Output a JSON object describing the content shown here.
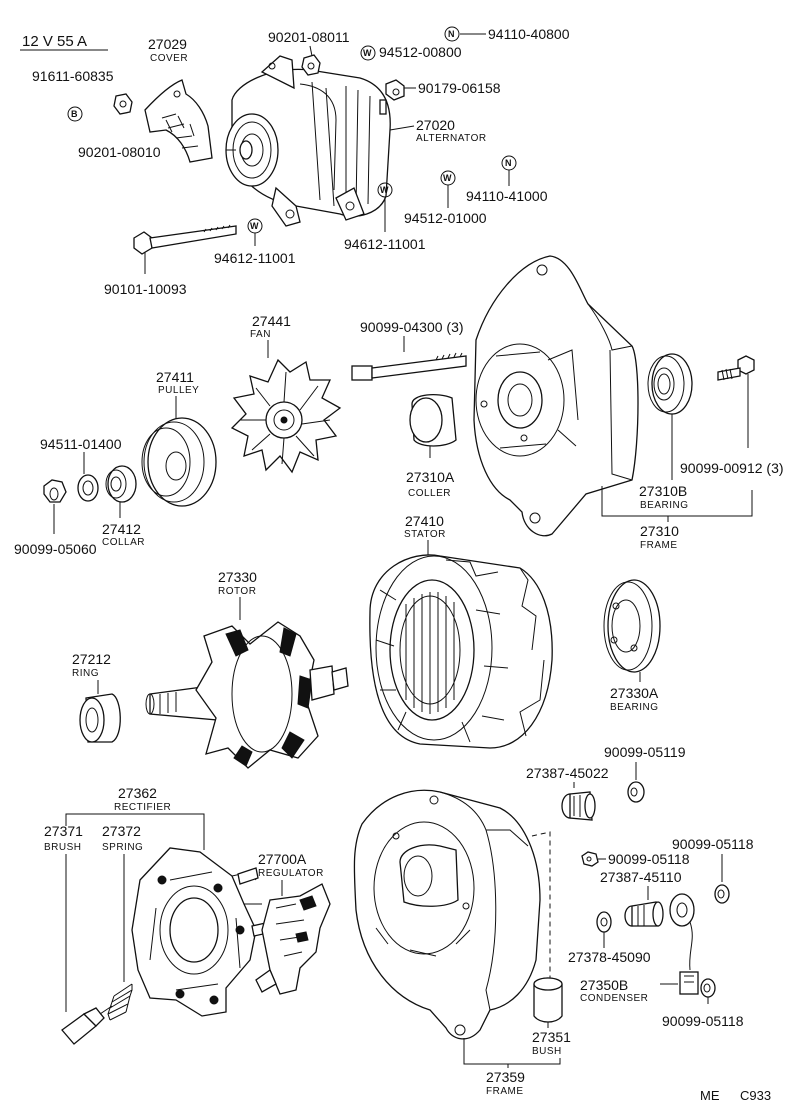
{
  "header": {
    "rating": "12 V 55 A"
  },
  "footer": {
    "code_prefix": "ME",
    "code": "C933"
  },
  "symbols": {
    "bolt": "B",
    "washer": "W",
    "nut": "N"
  },
  "parts": {
    "p91611_60835": "91611-60835",
    "p27029": "27029",
    "n27029": "COVER",
    "p90201_08010": "90201-08010",
    "p90201_08011": "90201-08011",
    "p94512_00800": "94512-00800",
    "p94110_40800": "94110-40800",
    "p90179_06158": "90179-06158",
    "p27020": "27020",
    "n27020": "ALTERNATOR",
    "p94110_41000": "94110-41000",
    "p94512_01000": "94512-01000",
    "p94612_11001_a": "94612-11001",
    "p94612_11001_b": "94612-11001",
    "p90101_10093": "90101-10093",
    "p27441": "27441",
    "n27441": "FAN",
    "p90099_04300": "90099-04300 (3)",
    "p27411": "27411",
    "n27411": "PULLEY",
    "p94511_01400": "94511-01400",
    "p27412": "27412",
    "n27412": "COLLAR",
    "p90099_05060": "90099-05060",
    "p27310A": "27310A",
    "n27310A": "COLLER",
    "p27310B": "27310B",
    "n27310B": "BEARING",
    "p27310": "27310",
    "n27310": "FRAME",
    "p90099_00912": "90099-00912 (3)",
    "p27410": "27410",
    "n27410": "STATOR",
    "p27330": "27330",
    "n27330": "ROTOR",
    "p27212": "27212",
    "n27212": "RING",
    "p27330A": "27330A",
    "n27330A": "BEARING",
    "p90099_05119": "90099-05119",
    "p27387_45022": "27387-45022",
    "p27362": "27362",
    "n27362": "RECTIFIER",
    "p27371": "27371",
    "n27371": "BRUSH",
    "p27372": "27372",
    "n27372": "SPRING",
    "p27700A": "27700A",
    "n27700A": "REGULATOR",
    "p90099_05118_a": "90099-05118",
    "p90099_05118_b": "90099-05118",
    "p27387_45110": "27387-45110",
    "p27378_45090": "27378-45090",
    "p27350B": "27350B",
    "n27350B": "CONDENSER",
    "p90099_05118_c": "90099-05118",
    "p27351": "27351",
    "n27351": "BUSH",
    "p27359": "27359",
    "n27359": "FRAME"
  }
}
